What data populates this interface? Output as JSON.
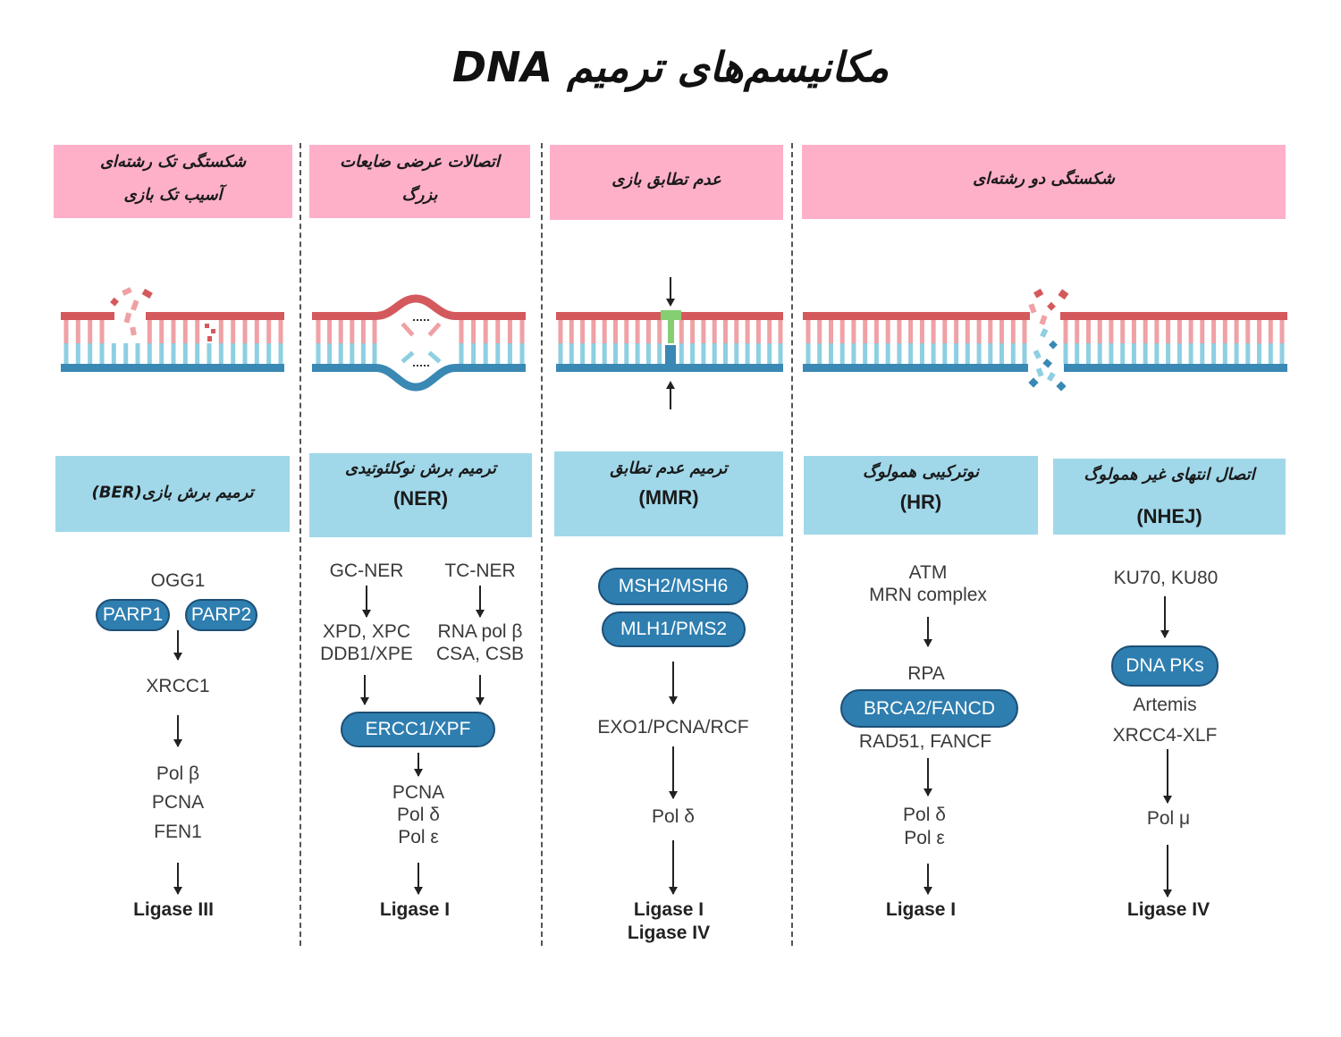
{
  "title": "مکانیسم‌های ترمیم DNA",
  "colors": {
    "damage_header_bg": "#FFB0C9",
    "pathway_header_bg": "#A0D8EA",
    "protein_pill": "#2E7EB0",
    "protein_pill_border": "#1D4F75",
    "strand_top": "#D4595D",
    "strand_bottom": "#3A88B4",
    "rung_top": "#EFA1A5",
    "rung_bottom": "#8ECFE2",
    "mismatch_base": "#85CF72"
  },
  "damage_types": [
    {
      "lines": [
        "شکستگی تک رشته‌ای",
        "آسیب تک بازی"
      ]
    },
    {
      "lines": [
        "اتصالات عرضی ضایعات",
        "بزرگ"
      ]
    },
    {
      "lines": [
        "عدم تطابق بازی"
      ]
    },
    {
      "lines": [
        "شکستگی دو رشته‌ای"
      ]
    }
  ],
  "repair_pathways": [
    {
      "lines": [
        "ترمیم برش بازی(BER)"
      ]
    },
    {
      "lines": [
        "ترمیم برش نوکلئوتیدی",
        "(NER)"
      ]
    },
    {
      "lines": [
        "ترمیم عدم تطابق",
        "(MMR)"
      ]
    },
    {
      "lines": [
        "نوترکیبی همولوگ",
        "(HR)"
      ]
    },
    {
      "lines": [
        "اتصال انتهای غیر همولوگ",
        "(NHEJ)"
      ]
    }
  ],
  "ber": {
    "initiator": "OGG1",
    "proteins": [
      "PARP1",
      "PARP2"
    ],
    "scaffold": "XRCC1",
    "processing": [
      "Pol β",
      "PCNA",
      "FEN1"
    ],
    "ligase": "Ligase III"
  },
  "ner": {
    "branches": [
      {
        "name": "GC-NER",
        "factors": [
          "XPD, XPC",
          "DDB1/XPE"
        ]
      },
      {
        "name": "TC-NER",
        "factors": [
          "RNA pol β",
          "CSA, CSB"
        ]
      }
    ],
    "nuclease": "ERCC1/XPF",
    "synthesis": [
      "PCNA",
      "Pol δ",
      "Pol ε"
    ],
    "ligase": "Ligase I"
  },
  "mmr": {
    "complexes": [
      "MSH2/MSH6",
      "MLH1/PMS2"
    ],
    "excision": "EXO1/PCNA/RCF",
    "polymerase": "Pol δ",
    "ligases": [
      "Ligase I",
      "Ligase IV"
    ]
  },
  "hr": {
    "sensors": [
      "ATM",
      "MRN complex"
    ],
    "rpa": "RPA",
    "mediator": "BRCA2/FANCD",
    "recombinase": "RAD51, FANCF",
    "polymerases": [
      "Pol δ",
      "Pol ε"
    ],
    "ligase": "Ligase I"
  },
  "nhej": {
    "sensors": "KU70, KU80",
    "kinase": "DNA PKs",
    "processing": [
      "Artemis",
      "XRCC4-XLF"
    ],
    "polymerase": "Pol μ",
    "ligase": "Ligase IV"
  }
}
